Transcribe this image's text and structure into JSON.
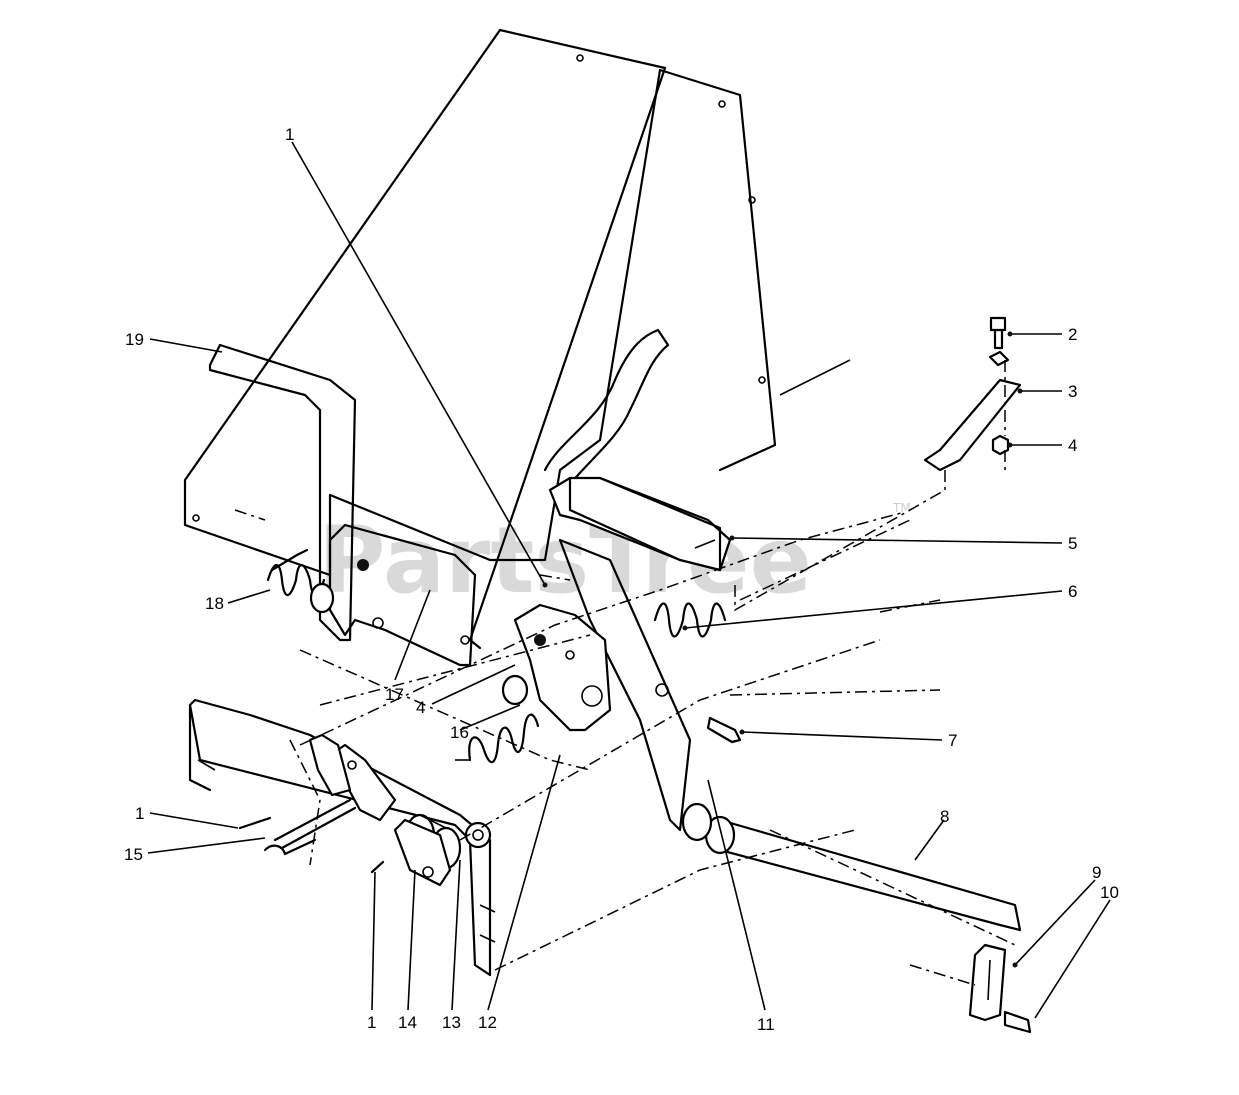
{
  "watermark": {
    "text": "PartsTree",
    "mark": "TM"
  },
  "callouts": [
    {
      "id": "c1a",
      "label": "1"
    },
    {
      "id": "c2",
      "label": "2"
    },
    {
      "id": "c3",
      "label": "3"
    },
    {
      "id": "c4a",
      "label": "4"
    },
    {
      "id": "c5",
      "label": "5"
    },
    {
      "id": "c6",
      "label": "6"
    },
    {
      "id": "c19",
      "label": "19"
    },
    {
      "id": "c18",
      "label": "18"
    },
    {
      "id": "c17",
      "label": "17"
    },
    {
      "id": "c4b",
      "label": "4"
    },
    {
      "id": "c16",
      "label": "16"
    },
    {
      "id": "c7",
      "label": "7"
    },
    {
      "id": "c8",
      "label": "8"
    },
    {
      "id": "c1b",
      "label": "1"
    },
    {
      "id": "c15",
      "label": "15"
    },
    {
      "id": "c9",
      "label": "9"
    },
    {
      "id": "c10",
      "label": "10"
    },
    {
      "id": "c1c",
      "label": "1"
    },
    {
      "id": "c14",
      "label": "14"
    },
    {
      "id": "c13",
      "label": "13"
    },
    {
      "id": "c12",
      "label": "12"
    },
    {
      "id": "c11",
      "label": "11"
    }
  ]
}
